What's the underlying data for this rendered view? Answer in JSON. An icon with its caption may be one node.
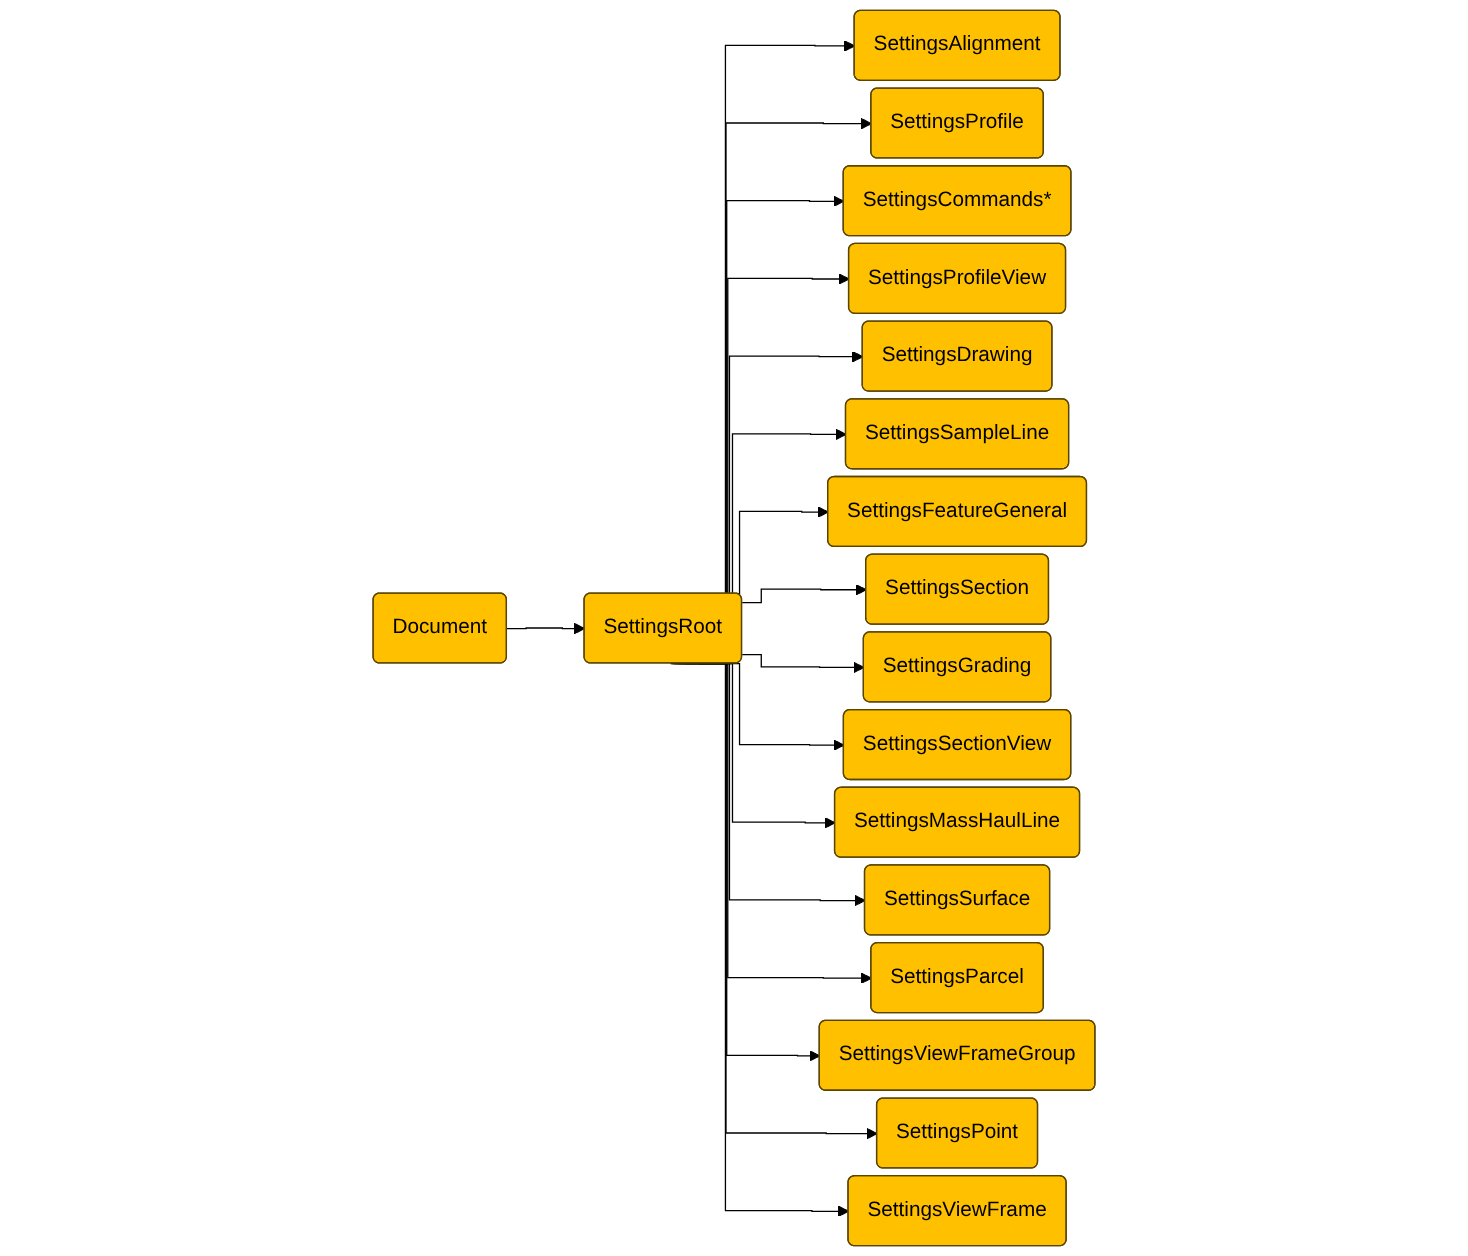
{
  "diagram": {
    "nodes": [
      {
        "text": [
          "Document"
        ]
      },
      {
        "text": [
          "SettingsRoot"
        ]
      },
      {
        "text": [
          "SettingsAlignment"
        ]
      },
      {
        "text": [
          "SettingsProfile"
        ]
      },
      {
        "text": [
          "SettingsCommands*"
        ]
      },
      {
        "text": [
          "SettingsProfileView"
        ]
      },
      {
        "text": [
          "SettingsDrawing"
        ]
      },
      {
        "text": [
          "SettingsSampleLine"
        ]
      },
      {
        "text": [
          "SettingsFeatureGeneral"
        ]
      },
      {
        "text": [
          "SettingsSection"
        ]
      },
      {
        "text": [
          "SettingsGrading"
        ]
      },
      {
        "text": [
          "SettingsSectionView"
        ]
      },
      {
        "text": [
          "SettingsMassHaulLine"
        ]
      },
      {
        "text": [
          "SettingsSurface"
        ]
      },
      {
        "text": [
          "SettingsParcel"
        ]
      },
      {
        "text": [
          "SettingsViewFrameGroup"
        ]
      },
      {
        "text": [
          "SettingsPoint"
        ]
      },
      {
        "text": [
          "SettingsViewFrame"
        ]
      }
    ],
    "edges": [
      {
        "from": 0,
        "to": 1,
        "arrow": "to"
      },
      {
        "from": 1,
        "to": 2,
        "arrow": "to"
      },
      {
        "from": 1,
        "to": 3,
        "arrow": "to"
      },
      {
        "from": 1,
        "to": 4,
        "arrow": "to"
      },
      {
        "from": 1,
        "to": 5,
        "arrow": "to"
      },
      {
        "from": 1,
        "to": 6,
        "arrow": "to"
      },
      {
        "from": 1,
        "to": 7,
        "arrow": "to"
      },
      {
        "from": 1,
        "to": 8,
        "arrow": "to"
      },
      {
        "from": 1,
        "to": 9,
        "arrow": "to"
      },
      {
        "from": 1,
        "to": 10,
        "arrow": "to"
      },
      {
        "from": 1,
        "to": 11,
        "arrow": "to"
      },
      {
        "from": 1,
        "to": 12,
        "arrow": "to"
      },
      {
        "from": 1,
        "to": 13,
        "arrow": "to"
      },
      {
        "from": 1,
        "to": 14,
        "arrow": "to"
      },
      {
        "from": 1,
        "to": 15,
        "arrow": "to"
      },
      {
        "from": 1,
        "to": 16,
        "arrow": "to"
      },
      {
        "from": 1,
        "to": 17,
        "arrow": "to"
      }
    ]
  }
}
